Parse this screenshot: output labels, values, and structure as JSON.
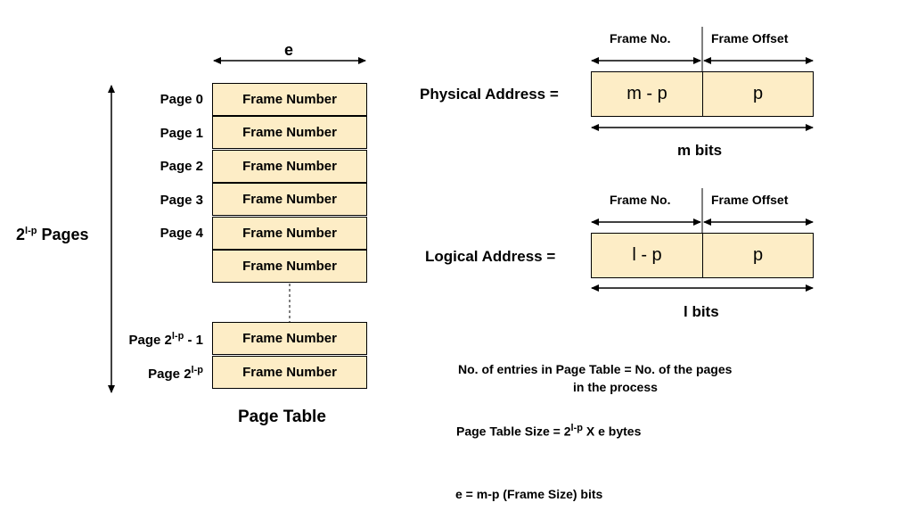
{
  "page_table": {
    "width_label": "e",
    "pages_label": {
      "base": "2",
      "exp": "l-p",
      "suffix": "Pages"
    },
    "rows": [
      {
        "page": "Page 0",
        "value": "Frame Number"
      },
      {
        "page": "Page 1",
        "value": "Frame Number"
      },
      {
        "page": "Page 2",
        "value": "Frame Number"
      },
      {
        "page": "Page 3",
        "value": "Frame Number"
      },
      {
        "page": "Page 4",
        "value": "Frame Number"
      },
      {
        "page": "",
        "value": "Frame Number"
      }
    ],
    "tail_rows": [
      {
        "page_base": "Page 2",
        "page_exp": "l-p",
        "page_suffix": "- 1",
        "value": "Frame Number"
      },
      {
        "page_base": "Page 2",
        "page_exp": "l-p",
        "page_suffix": "",
        "value": "Frame Number"
      }
    ],
    "caption": "Page Table"
  },
  "physical": {
    "label": "Physical Address =",
    "frame_no": "Frame No.",
    "frame_offset": "Frame Offset",
    "left_cell": "m - p",
    "right_cell": "p",
    "bits": "m bits"
  },
  "logical": {
    "label": "Logical Address =",
    "frame_no": "Frame No.",
    "frame_offset": "Frame Offset",
    "left_cell": "l - p",
    "right_cell": "p",
    "bits": "l bits"
  },
  "notes": {
    "entries_line1": "No. of entries in Page Table = No. of the pages",
    "entries_line2": "in the process",
    "size_prefix": "Page Table Size = 2",
    "size_exp": "l-p",
    "size_suffix": " X e bytes",
    "e_formula": "e = m-p (Frame Size) bits"
  }
}
